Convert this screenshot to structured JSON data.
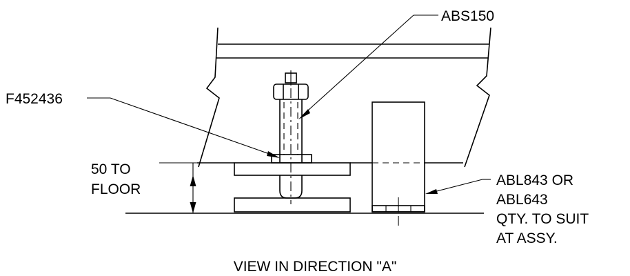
{
  "drawing": {
    "caption": "VIEW IN DIRECTION \"A\"",
    "callouts": {
      "bolt": "ABS150",
      "washer": "F452436",
      "block": [
        "ABL843 OR",
        "ABL643",
        "QTY. TO SUIT",
        "AT ASSY."
      ]
    },
    "dimension": [
      "50 TO",
      "FLOOR"
    ]
  }
}
